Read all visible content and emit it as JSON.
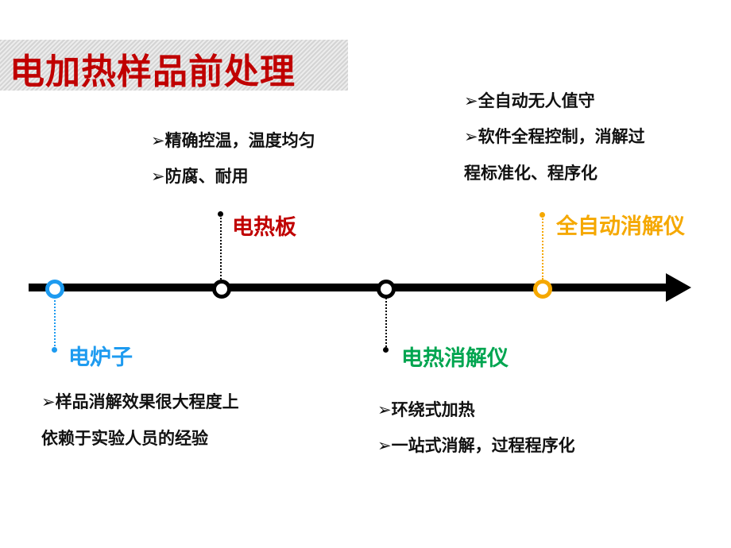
{
  "title": "电加热样品前处理",
  "colors": {
    "title": "#c00000",
    "stage1": "#1e9bf0",
    "stage2": "#c00000",
    "stage3": "#00a550",
    "stage4": "#f5a800"
  },
  "stages": [
    {
      "label": "电炉子",
      "notes": [
        "➢样品消解效果很大程度上",
        "依赖于实验人员的经验"
      ]
    },
    {
      "label": "电热板",
      "notes": [
        "➢精确控温，温度均匀",
        "➢防腐、耐用"
      ]
    },
    {
      "label": "电热消解仪",
      "notes": [
        "➢环绕式加热",
        "➢一站式消解，过程程序化"
      ]
    },
    {
      "label": "全自动消解仪",
      "notes": [
        "➢全自动无人值守",
        "➢软件全程控制，消解过",
        "程标准化、程序化"
      ]
    }
  ]
}
